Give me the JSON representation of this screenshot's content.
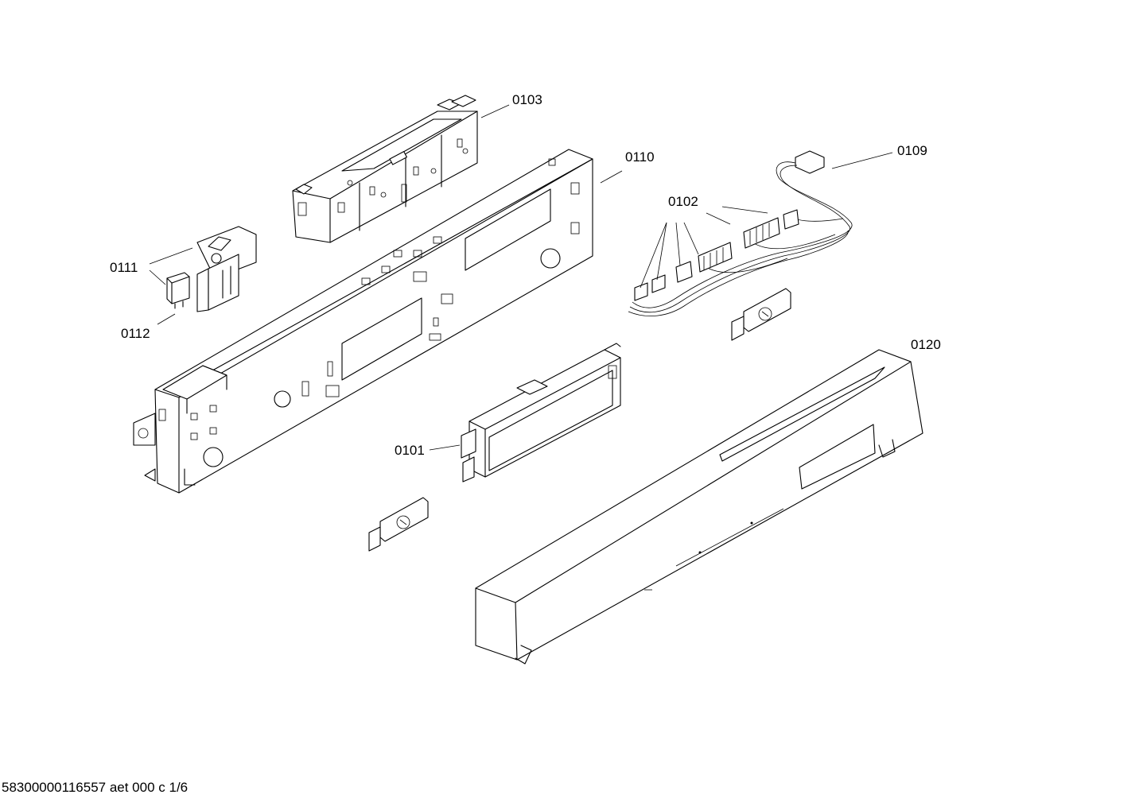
{
  "labels": {
    "p0103": "0103",
    "p0110": "0110",
    "p0109": "0109",
    "p0102": "0102",
    "p0111": "0111",
    "p0112": "0112",
    "p0120": "0120",
    "p0101": "0101"
  },
  "footer": "58300000116557 aet 000 c 1/6"
}
